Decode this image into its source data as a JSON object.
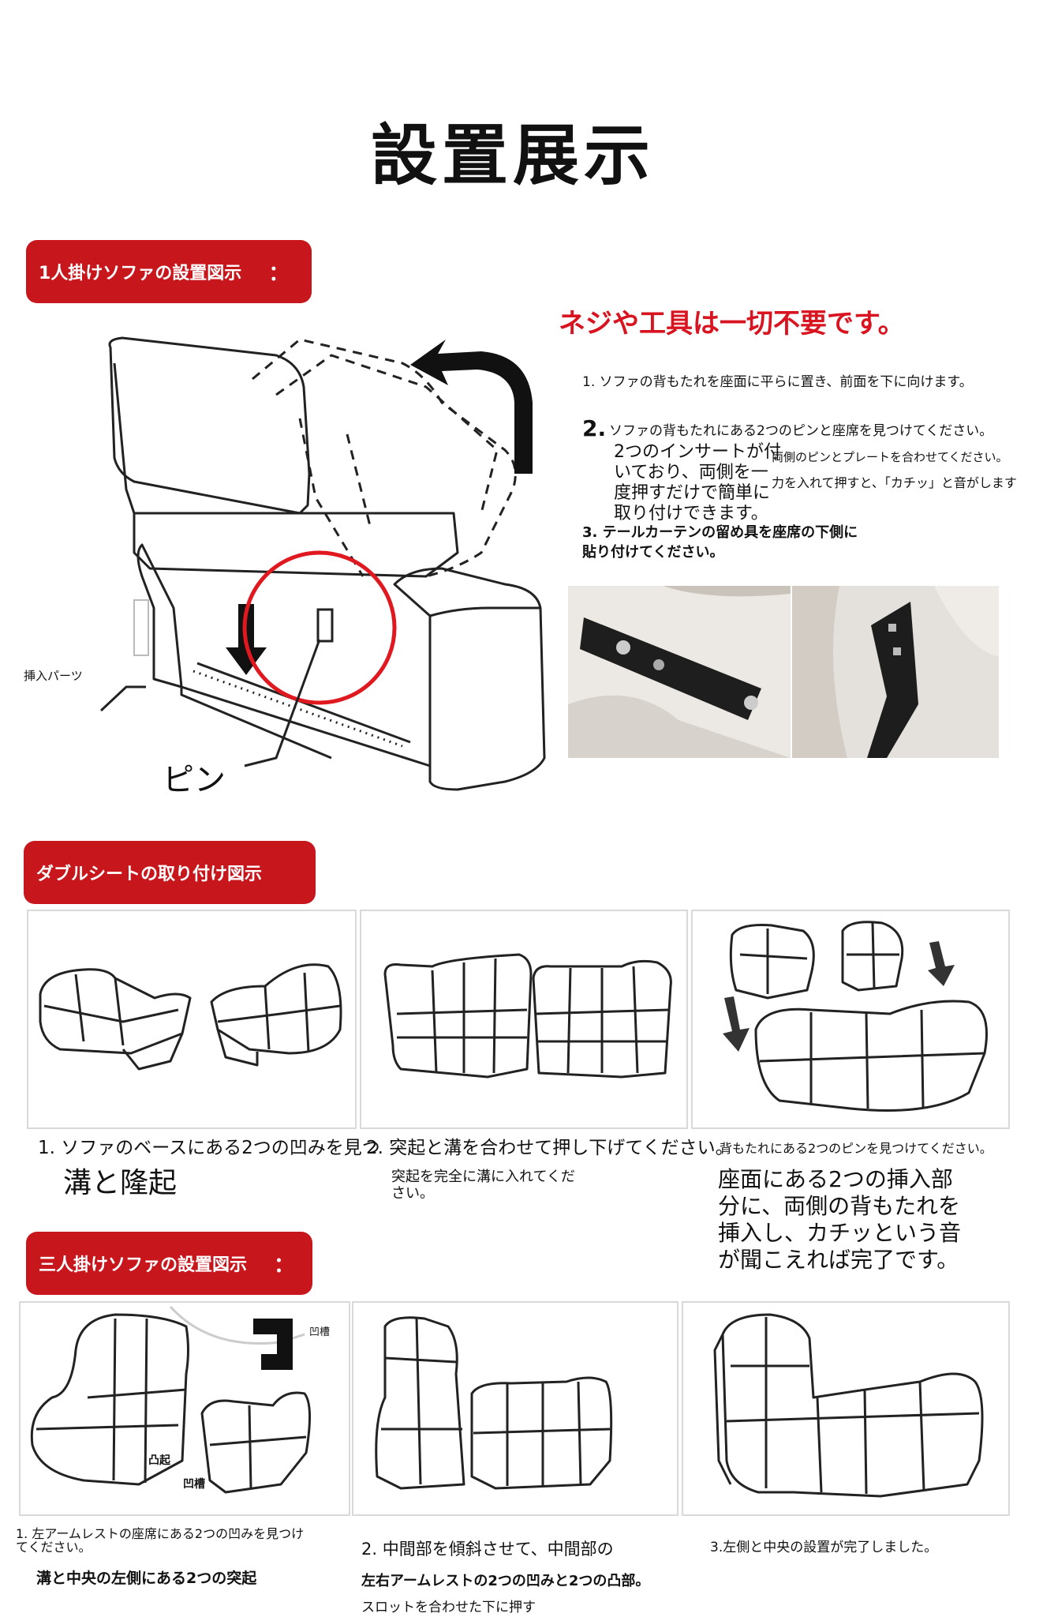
{
  "page_title": "設置展示",
  "section1": {
    "banner": "1人掛けソファの設置図示",
    "banner_dots": "：",
    "no_tools_note": "ネジや工具は一切不要です。",
    "step1": "1. ソファの背もたれを座面に平らに置き、前面を下に向けます。",
    "step2_num": "2.",
    "step2": "ソファの背もたれにある2つのピンと座席を見つけてください。",
    "step2_big_a": "2つのインサートが付",
    "step2_big_b": "いており、両側を一",
    "step2_big_c": "度押すだけで簡単に",
    "step2_big_d": "取り付けできます。",
    "step2_small_a": "両側のピンとプレートを合わせてください。",
    "step2_small_b": "力を入れて押すと、「カチッ」と音がします",
    "step3_a": "3. テールカーテンの留め具を座席の下側に",
    "step3_b": "貼り付けてください。",
    "label_insert": "挿入パーツ",
    "label_pin": "ピン"
  },
  "section2": {
    "banner": "ダブルシートの取り付け図示",
    "caption1": "1. ソファのベースにある2つの凹みを見つ",
    "caption1_big": "溝と隆起",
    "caption2": "2. 突起と溝を合わせて押し下げてください。",
    "caption2_sub_a": "突起を完全に溝に入れてくだ",
    "caption2_sub_b": "さい。",
    "caption3": "背もたれにある2つのピンを見つけてください。",
    "caption3_big_a": "座面にある2つの挿入部",
    "caption3_big_b": "分に、両側の背もたれを",
    "caption3_big_c": "挿入し、カチッという音",
    "caption3_big_d": "が聞こえれば完了です。"
  },
  "section3": {
    "banner": "三人掛けソファの設置図示",
    "banner_dots": "：",
    "label_groove_top": "凹槽",
    "label_bump": "凸起",
    "label_groove_bottom": "凹槽",
    "caption1_a": "1. 左アームレストの座席にある2つの凹みを見つけ",
    "caption1_b": "てください。",
    "caption1_bold": "溝と中央の左側にある2つの突起",
    "caption2": "2. 中間部を傾斜させて、中間部の",
    "caption2_bold": "左右アームレストの2つの凹みと2つの凸部。",
    "caption2_tail": "スロットを合わせた下に押す",
    "caption3": "3.左側と中央の設置が完了しました。"
  },
  "colors": {
    "brand_red": "#c8161d",
    "note_red": "#d81420"
  }
}
